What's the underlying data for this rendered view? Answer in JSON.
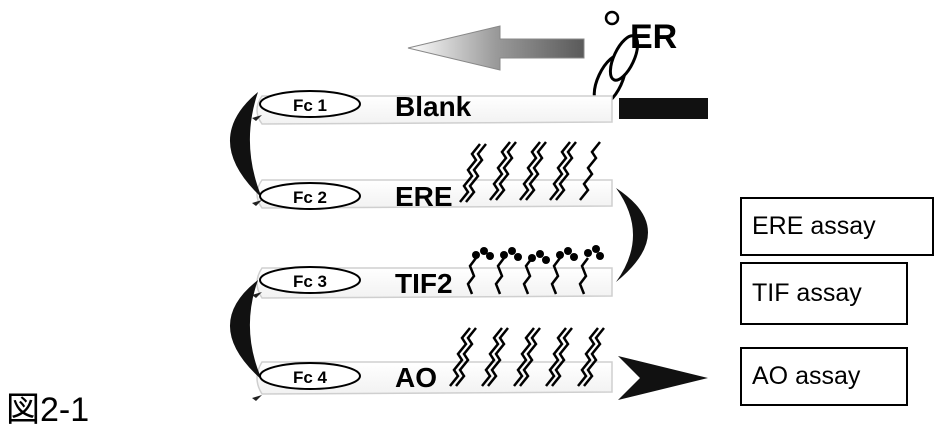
{
  "receptor": {
    "label": "ER"
  },
  "flow_cells": [
    {
      "id": "Fc 1",
      "label": "Blank"
    },
    {
      "id": "Fc 2",
      "label": "ERE"
    },
    {
      "id": "Fc 3",
      "label": "TIF2"
    },
    {
      "id": "Fc 4",
      "label": "AO"
    }
  ],
  "assays": [
    {
      "label": "ERE assay"
    },
    {
      "label": "TIF assay"
    },
    {
      "label": "AO assay"
    }
  ],
  "figure_label": "図2-1"
}
